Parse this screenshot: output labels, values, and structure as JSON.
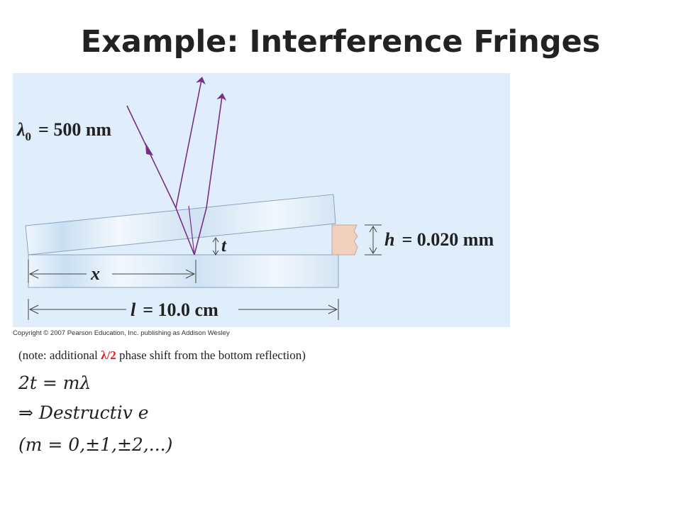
{
  "title": "Example: Interference Fringes",
  "figure": {
    "lambda_label": "λ",
    "lambda_sub": "0",
    "lambda_value": "=  500 nm",
    "t_label": "t",
    "h_label": "h",
    "h_value": "=  0.020 mm",
    "x_label": "x",
    "l_label": "l",
    "l_value": "=  10.0 cm"
  },
  "copyright": "Copyright © 2007 Pearson Education, Inc. publishing as Addison Wesley",
  "note": {
    "prefix": "(note: additional ",
    "highlight": "λ/2",
    "suffix": " phase shift from the bottom reflection)"
  },
  "equations": {
    "line1": "2t = mλ",
    "line2_arrow": "⇒ ",
    "line2_text": "Destructiv e",
    "line3": "(m = 0,±1,±2,...)"
  },
  "colors": {
    "panel": "#dfeefa",
    "ray": "#7a2f86",
    "plate_fill": "#edf5fc",
    "plate_edge": "#8aa3c2",
    "spacer": "#f1d0be",
    "note_highlight": "#e02020"
  }
}
